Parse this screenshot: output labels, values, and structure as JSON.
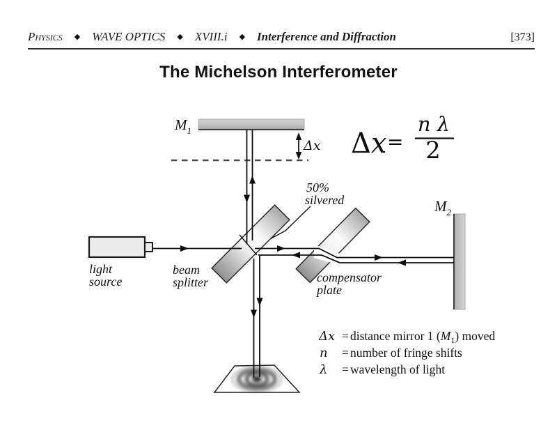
{
  "header": {
    "subject": "Physics",
    "sep1": "◆",
    "unit": "WAVE OPTICS",
    "sep2": "◆",
    "section": "XVIII.i",
    "sep3": "◆",
    "topic": "Interference and Diffraction",
    "page": "[373]"
  },
  "title": "The Michelson Interferometer",
  "formula": {
    "delta": "Δ",
    "var": "x",
    "equals": "=",
    "numerator": "n λ",
    "denominator": "2"
  },
  "labels": {
    "mirror1": {
      "base": "M",
      "sub": "1"
    },
    "mirror2": {
      "base": "M",
      "sub": "2"
    },
    "delta_x": "Δx",
    "silvered": {
      "line1": "50%",
      "line2": "silvered"
    },
    "light_source": {
      "line1": "light",
      "line2": "source"
    },
    "beam_splitter": {
      "line1": "beam",
      "line2": "splitter"
    },
    "compensator": {
      "line1": "compensator",
      "line2": "plate"
    }
  },
  "legend": {
    "row1": {
      "symbol": "Δx",
      "eq": "=",
      "pre": "distance mirror 1 (",
      "m": "M",
      "msub": "1",
      "post": ") moved"
    },
    "row2": {
      "symbol": "n",
      "eq": "=",
      "text": "number of fringe shifts"
    },
    "row3": {
      "symbol": "λ",
      "eq": "=",
      "text": "wavelength of light"
    }
  }
}
